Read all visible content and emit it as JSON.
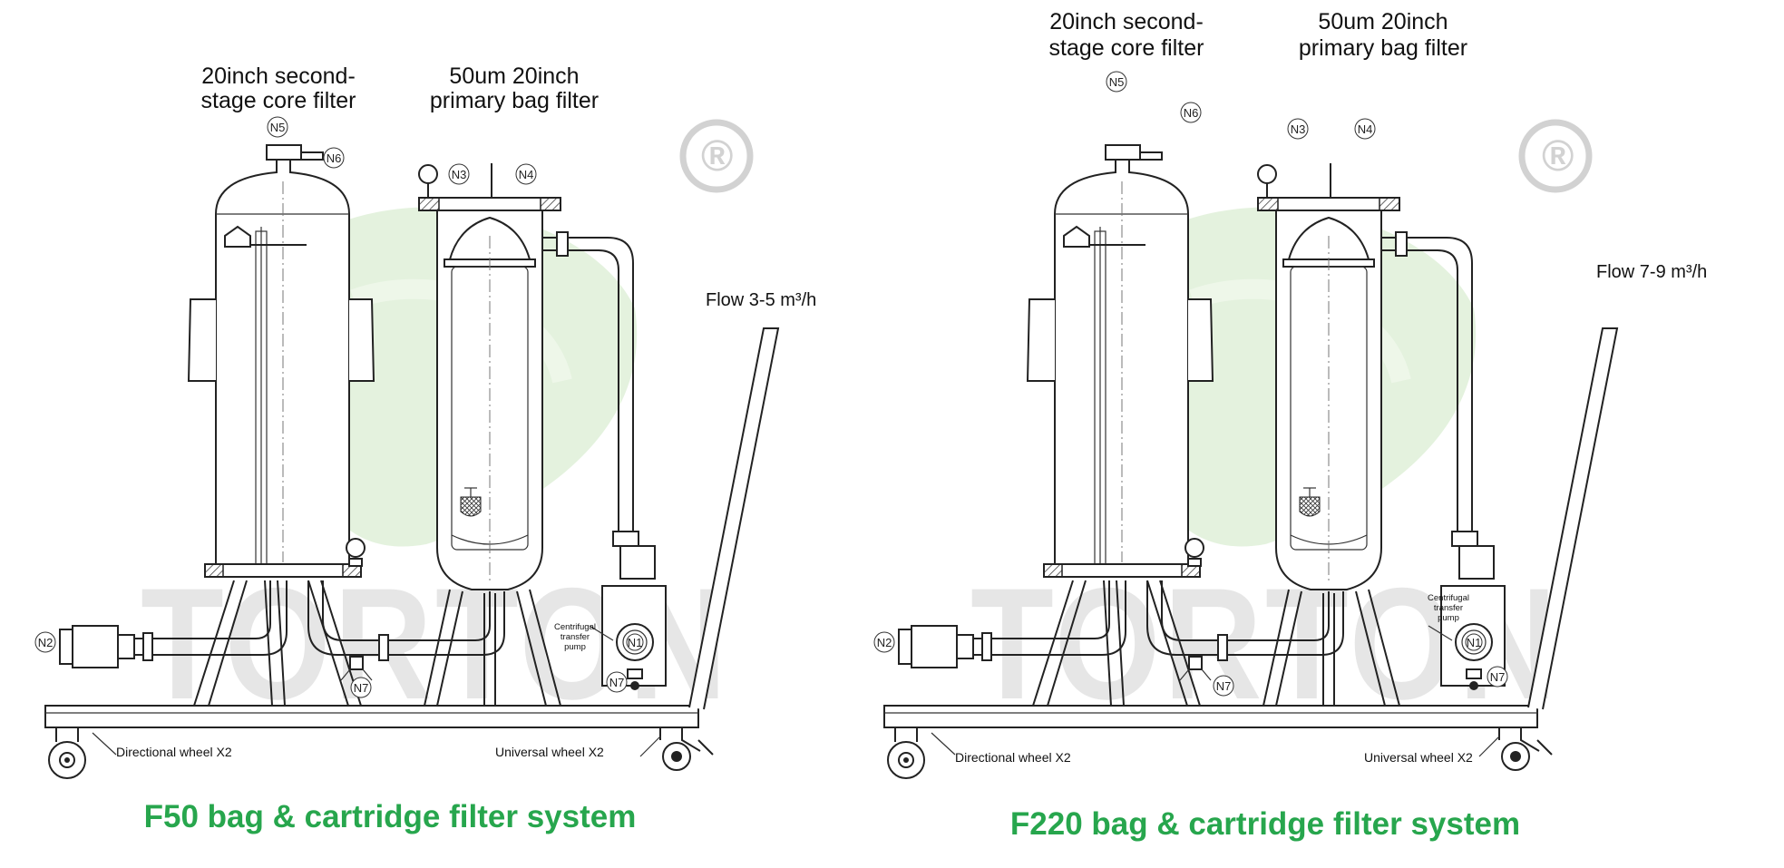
{
  "watermark": {
    "text": "TORTON",
    "symbol": "®",
    "color": "#c9c9c9",
    "leaf_color": "#d9edd0"
  },
  "accent_color": "#27a64d",
  "systems": [
    {
      "title": "F50 bag & cartridge filter system",
      "core_filter_label": [
        "20inch second-",
        "stage core filter"
      ],
      "bag_filter_label": [
        "50um 20inch",
        "primary bag filter"
      ],
      "flow_label": "Flow 3-5 m³/h",
      "directional_wheel": "Directional wheel X2",
      "universal_wheel": "Universal wheel X2",
      "pump_label": [
        "Centrifugal",
        "transfer",
        "pump"
      ],
      "nozzles": [
        "N1",
        "N2",
        "N3",
        "N4",
        "N5",
        "N6",
        "N7",
        "N7"
      ]
    },
    {
      "title": "F220 bag & cartridge filter system",
      "core_filter_label": [
        "20inch second-",
        "stage core filter"
      ],
      "bag_filter_label": [
        "50um 20inch",
        "primary bag filter"
      ],
      "flow_label": "Flow 7-9 m³/h",
      "directional_wheel": "Directional wheel X2",
      "universal_wheel": "Universal wheel X2",
      "pump_label": [
        "Centrifugal",
        "transfer",
        "pump"
      ],
      "nozzles": [
        "N1",
        "N2",
        "N3",
        "N4",
        "N5",
        "N6",
        "N7",
        "N7"
      ]
    }
  ]
}
